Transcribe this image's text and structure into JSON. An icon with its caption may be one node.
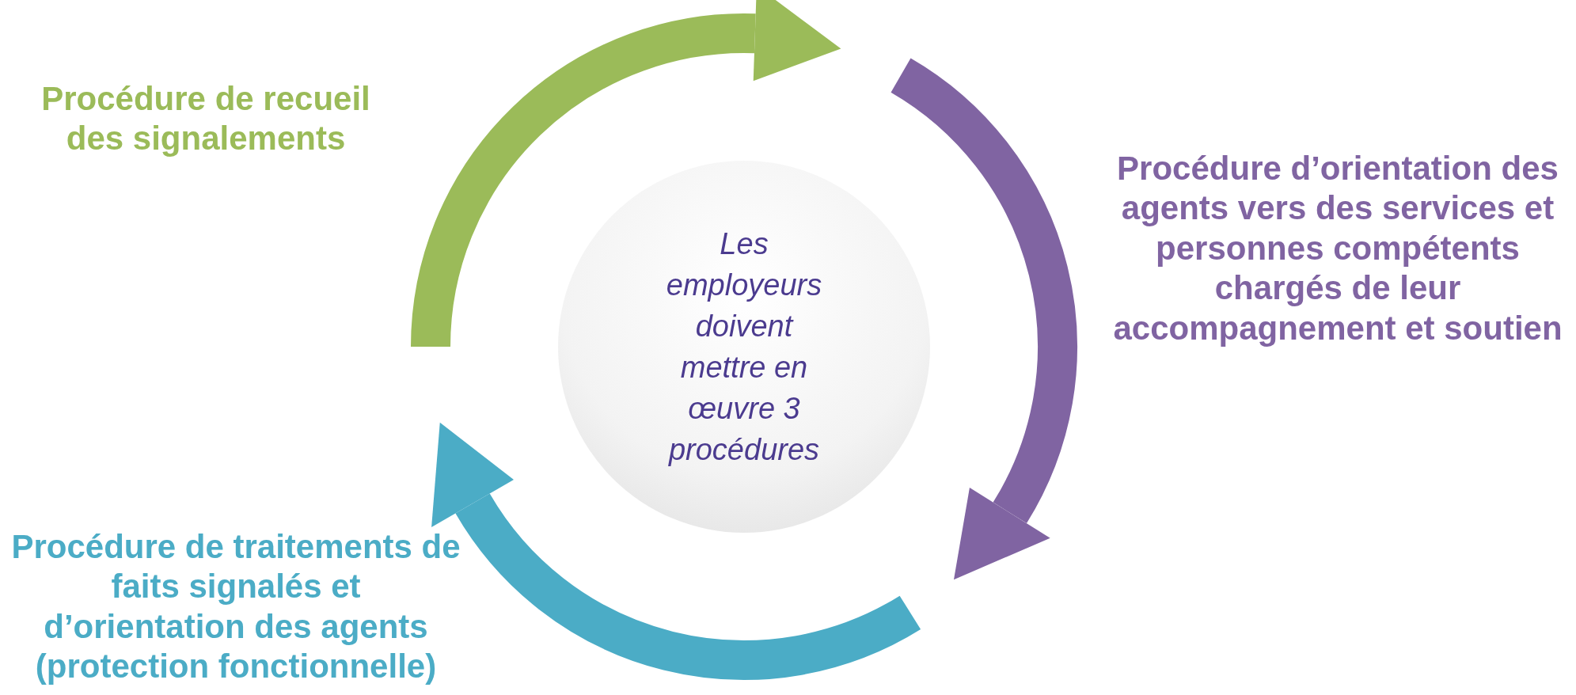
{
  "diagram": {
    "nodes": [
      {
        "text": [
          "Les employeurs doivent mettre en œuvre 3 procédures"
        ]
      }
    ],
    "labels": [
      "Procédure de recueil des signalements",
      "Procédure d’orientation des agents vers des services et personnes compétents chargés de leur accompagnement et soutien",
      "Procédure de traitements de faits signalés et d’orientation des agents (protection fonctionnelle)"
    ]
  }
}
